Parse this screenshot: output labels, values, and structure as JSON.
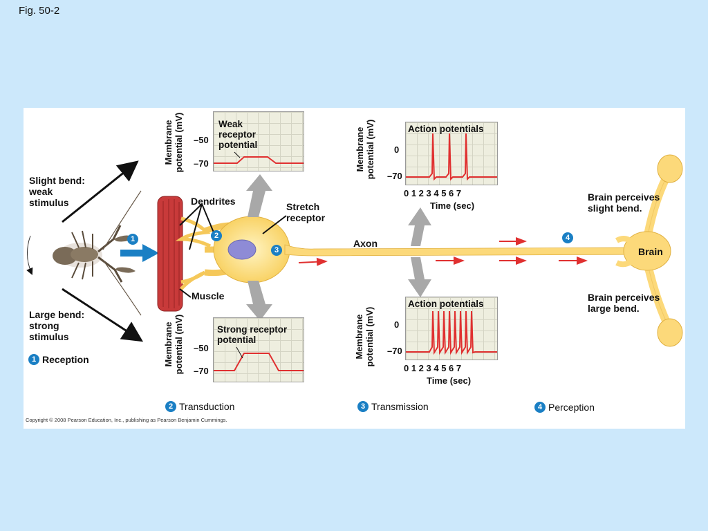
{
  "fig_label": "Fig. 50-2",
  "stimulus": {
    "slight": "Slight bend:\nweak\nstimulus",
    "large": "Large bend:\nstrong\nstimulus"
  },
  "labels": {
    "dendrites": "Dendrites",
    "stretch_receptor": "Stretch\nreceptor",
    "muscle": "Muscle",
    "axon": "Axon",
    "brain": "Brain",
    "brain_slight": "Brain perceives\nslight bend.",
    "brain_large": "Brain perceives\nlarge bend."
  },
  "steps": [
    {
      "num": "1",
      "label": "Reception"
    },
    {
      "num": "2",
      "label": "Transduction"
    },
    {
      "num": "3",
      "label": "Transmission"
    },
    {
      "num": "4",
      "label": "Perception"
    }
  ],
  "graphs": {
    "weak_receptor": {
      "title": "Weak\nreceptor\npotential",
      "ylabel": "Membrane\npotential (mV)",
      "yticks": [
        "–50",
        "–70"
      ]
    },
    "strong_receptor": {
      "title": "Strong receptor\npotential",
      "ylabel": "Membrane\npotential (mV)",
      "yticks": [
        "–50",
        "–70"
      ]
    },
    "ap_slight": {
      "title": "Action potentials",
      "ylabel": "Membrane\npotential (mV)",
      "yticks": [
        "0",
        "–70"
      ],
      "xticks": "0  1  2  3 4  5  6  7",
      "xlabel": "Time (sec)"
    },
    "ap_large": {
      "title": "Action potentials",
      "ylabel": "Membrane\npotential (mV)",
      "yticks": [
        "0",
        "–70"
      ],
      "xticks": "0  1  2  3 4  5  6  7",
      "xlabel": "Time (sec)"
    }
  },
  "copyright": "Copyright © 2008 Pearson Education, Inc., publishing as Pearson Benjamin Cummings.",
  "colors": {
    "background": "#cce8fb",
    "neuron": "#fcd97a",
    "trace": "#e03030",
    "step_badge": "#1a7fc4",
    "arrow_blue": "#1a7fc4",
    "muscle": "#c83a3a"
  }
}
